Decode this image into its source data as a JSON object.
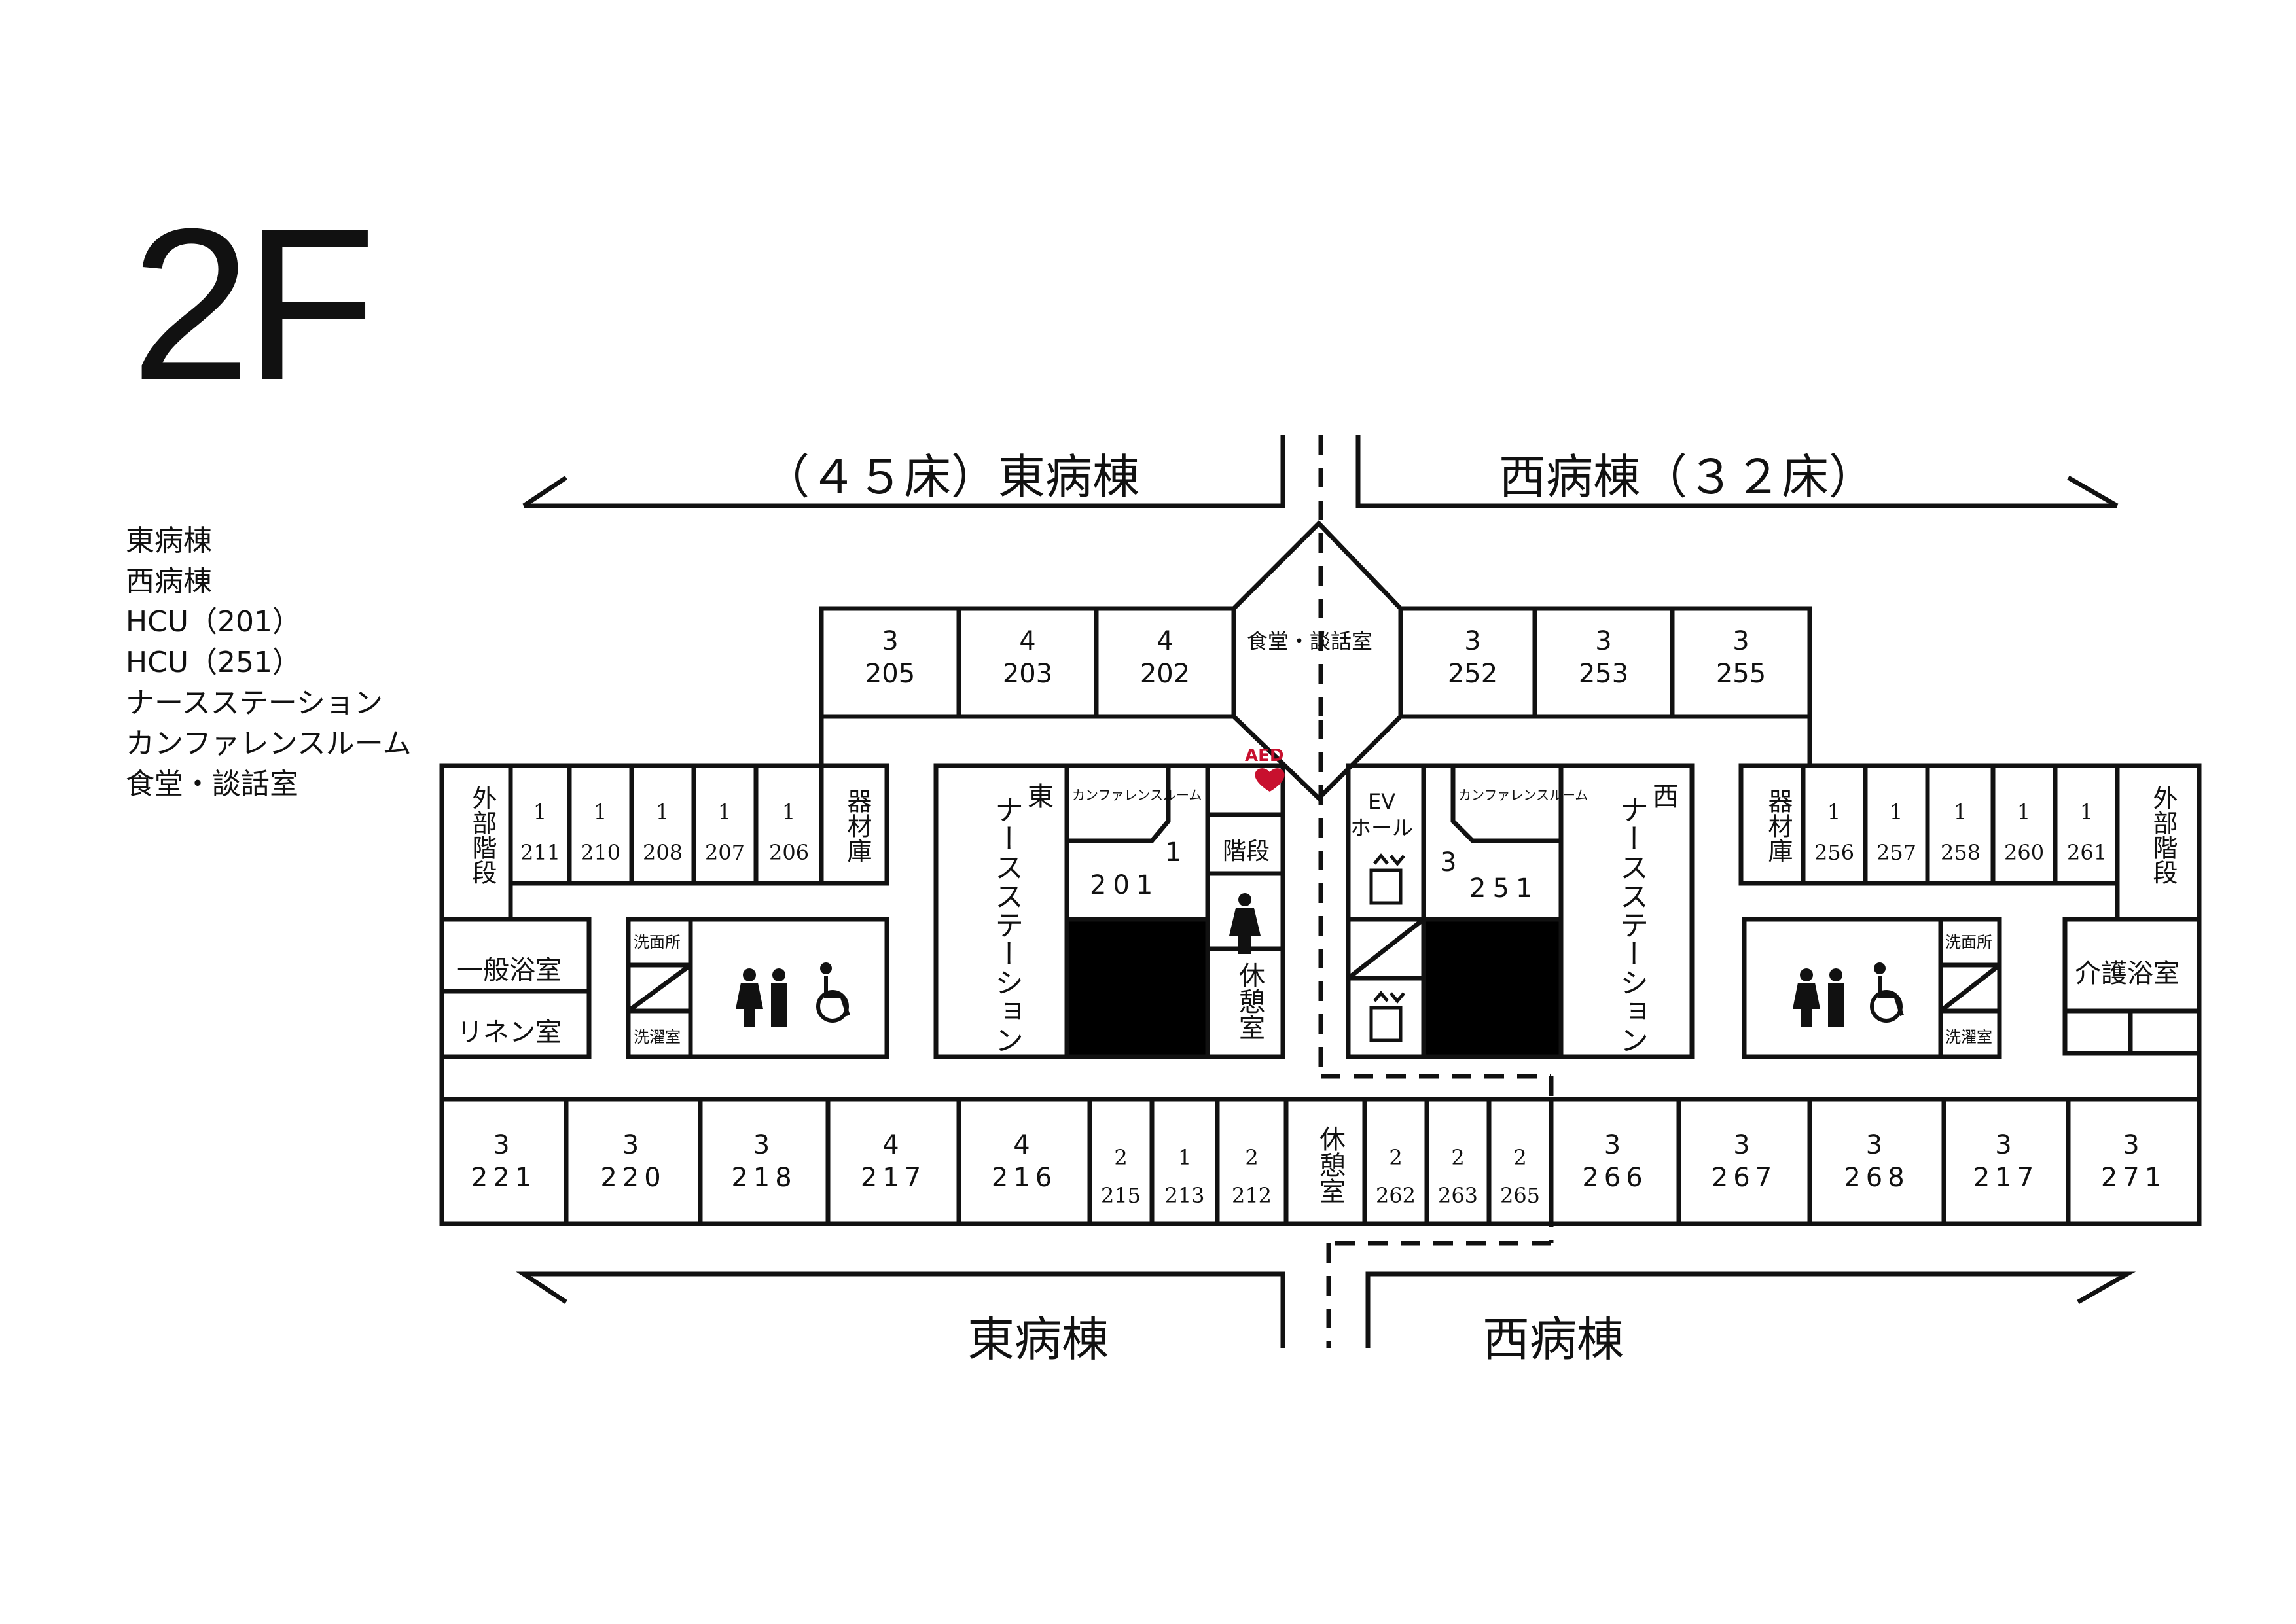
{
  "floor": "2F",
  "legend": [
    "東病棟",
    "西病棟",
    "HCU（201）",
    "HCU（251）",
    "ナースステーション",
    "カンファレンスルーム",
    "食堂・談話室"
  ],
  "wings_top": {
    "east": "（４５床）東病棟",
    "west": "西病棟（３２床）"
  },
  "wings_bottom": {
    "east": "東病棟",
    "west": "西病棟"
  },
  "top_rooms": [
    {
      "beds": "3",
      "no": "205"
    },
    {
      "beds": "4",
      "no": "203"
    },
    {
      "beds": "4",
      "no": "202"
    },
    {
      "beds": "3",
      "no": "252"
    },
    {
      "beds": "3",
      "no": "253"
    },
    {
      "beds": "3",
      "no": "255"
    }
  ],
  "dining_label": "食堂・談話室",
  "west_small_rooms": [
    {
      "beds": "1",
      "no": "211"
    },
    {
      "beds": "1",
      "no": "210"
    },
    {
      "beds": "1",
      "no": "208"
    },
    {
      "beds": "1",
      "no": "207"
    },
    {
      "beds": "1",
      "no": "206"
    }
  ],
  "east_small_rooms": [
    {
      "beds": "1",
      "no": "256"
    },
    {
      "beds": "1",
      "no": "257"
    },
    {
      "beds": "1",
      "no": "258"
    },
    {
      "beds": "1",
      "no": "260"
    },
    {
      "beds": "1",
      "no": "261"
    }
  ],
  "labels": {
    "outer_stairs": "外部階段",
    "equipment": "器材庫",
    "general_bath": "一般浴室",
    "linen": "リネン室",
    "washroom": "洗面所",
    "laundry": "洗濯室",
    "east_ns_head": "東",
    "west_ns_head": "西",
    "nurse_station": "ナースステーション",
    "conference": "カンファレンスルーム",
    "aed": "AED",
    "stairs": "階段",
    "rest": "休憩室",
    "ev_hall": "EV\nホール",
    "care_bath": "介護浴室"
  },
  "hcu_east": {
    "beds": "1",
    "no": "201"
  },
  "hcu_west": {
    "beds": "3",
    "no": "251"
  },
  "bottom_rooms": [
    {
      "beds": "3",
      "no": "221"
    },
    {
      "beds": "3",
      "no": "220"
    },
    {
      "beds": "3",
      "no": "218"
    },
    {
      "beds": "4",
      "no": "217"
    },
    {
      "beds": "4",
      "no": "216"
    },
    {
      "beds": "2",
      "no": "215"
    },
    {
      "beds": "1",
      "no": "213"
    },
    {
      "beds": "2",
      "no": "212"
    },
    {
      "beds": "",
      "no": "休憩室"
    },
    {
      "beds": "2",
      "no": "262"
    },
    {
      "beds": "2",
      "no": "263"
    },
    {
      "beds": "2",
      "no": "265"
    },
    {
      "beds": "3",
      "no": "266"
    },
    {
      "beds": "3",
      "no": "267"
    },
    {
      "beds": "3",
      "no": "268"
    },
    {
      "beds": "3",
      "no": "217"
    },
    {
      "beds": "3",
      "no": "271"
    }
  ],
  "colors": {
    "line": "#111111",
    "fill": "#000000",
    "aed": "#c8102e"
  }
}
